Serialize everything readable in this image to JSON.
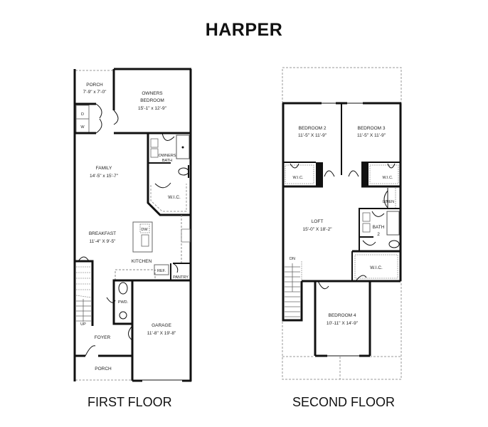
{
  "title": "HARPER",
  "floors": {
    "first": {
      "label": "FIRST FLOOR",
      "rooms": {
        "porch_rear": {
          "name": "PORCH",
          "dims": "7'-9\" x 7'-0\""
        },
        "owners_bedroom": {
          "name1": "OWNERS",
          "name2": "BEDROOM",
          "dims": "15'-1\" x 12'-9\""
        },
        "laundry_dryer": "D",
        "laundry_washer": "W",
        "owners_bath": {
          "name1": "OWNERS",
          "name2": "BATH"
        },
        "family": {
          "name": "FAMILY",
          "dims": "14'-5\" x 15'-7\""
        },
        "wic": {
          "name": "W.I.C."
        },
        "breakfast": {
          "name": "BREAKFAST",
          "dims": "11'-4\" X 9'-5\""
        },
        "dishwasher": "DW",
        "kitchen": {
          "name": "KITCHEN"
        },
        "ref": "REF.",
        "pantry": "PANTRY",
        "powder": "PWD.",
        "stairs_up": "UP",
        "garage": {
          "name": "GARAGE",
          "dims": "11'-8\" X 19'-8\""
        },
        "foyer": {
          "name": "FOYER"
        },
        "porch_front": {
          "name": "PORCH"
        }
      }
    },
    "second": {
      "label": "SECOND FLOOR",
      "rooms": {
        "bedroom2": {
          "name": "BEDROOM 2",
          "dims": "11'-5\" X 11'-9\""
        },
        "bedroom3": {
          "name": "BEDROOM 3",
          "dims": "11'-5\" X 11'-9\""
        },
        "wic_left": "W.I.C.",
        "wic_right": "W.I.C.",
        "linen": "LINEN",
        "loft": {
          "name": "LOFT",
          "dims": "15'-0\" X 18'-2\""
        },
        "bath2": {
          "name1": "BATH",
          "name2": "2"
        },
        "stairs_down": "DN",
        "wic_center": "W.I.C.",
        "bedroom4": {
          "name": "BEDROOM 4",
          "dims": "10'-11\" X 14'-9\""
        }
      }
    }
  }
}
